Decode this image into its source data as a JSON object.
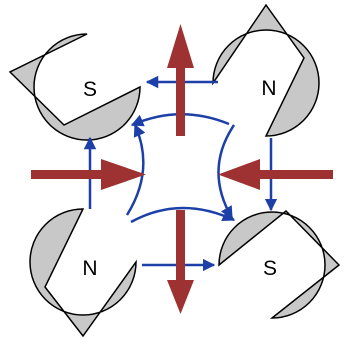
{
  "poles": {
    "top_left": "S",
    "top_right": "N",
    "bottom_left": "N",
    "bottom_right": "S"
  },
  "colors": {
    "pole_fill": "#c8c8c8",
    "pole_stroke": "#000000",
    "field_line": "#1c3fa8",
    "force_arrow": "#9e3232"
  }
}
